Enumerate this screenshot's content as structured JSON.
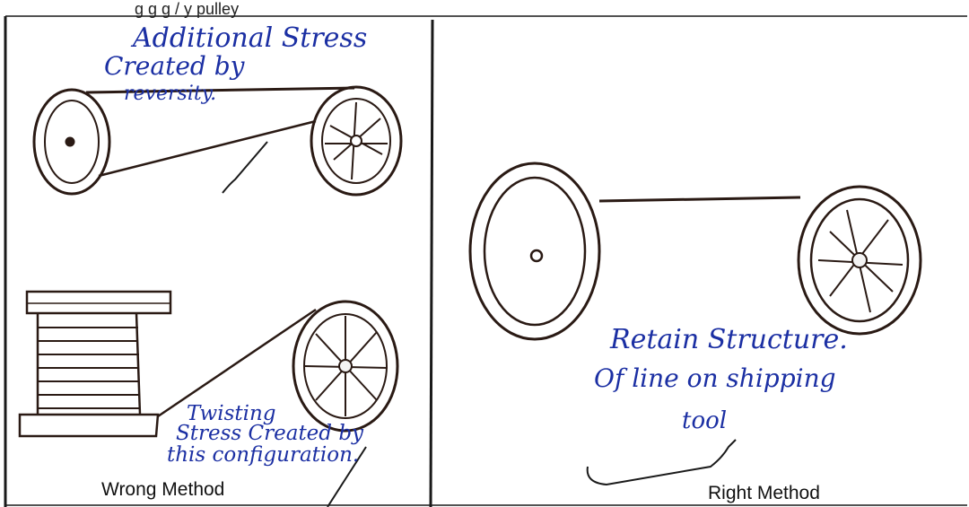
{
  "header": {
    "caption_fragment": "g        g           g             /     y  pulley"
  },
  "left_panel": {
    "label": "Wrong Method",
    "note_top": {
      "lines": [
        "Additional Stress",
        "Created by",
        "reversity."
      ]
    },
    "note_bottom": {
      "lines": [
        "Twisting",
        "Stress Created by",
        "this configuration."
      ]
    }
  },
  "right_panel": {
    "label": "Right Method",
    "note": {
      "lines": [
        "Retain   Structure.",
        "Of  line  on  shipping",
        "tool"
      ]
    }
  },
  "colors": {
    "ink": "#2a1a14",
    "pen_blue": "#1b2fa3",
    "border": "#1a1a1a"
  },
  "icons": [
    "pulley-icon",
    "spool-icon",
    "spoked-wheel-icon",
    "checkmark-icon"
  ]
}
